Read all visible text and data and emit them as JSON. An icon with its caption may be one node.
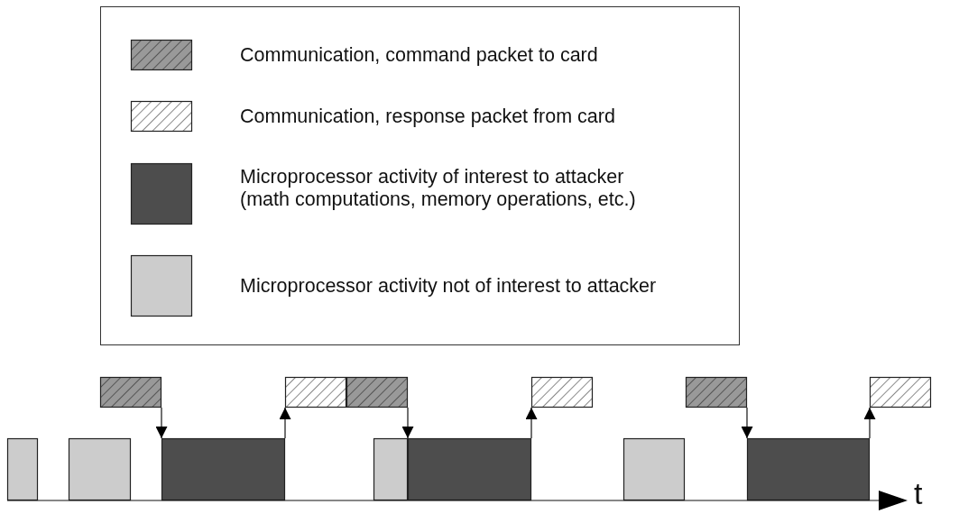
{
  "diagram": {
    "nodes": [
      {
        "text": [],
        "shape": "box"
      },
      {
        "text": [],
        "shape": "box"
      },
      {
        "text": [],
        "shape": "box"
      },
      {
        "text": [],
        "shape": "box"
      },
      {
        "text": [],
        "shape": "box"
      },
      {
        "text": [],
        "shape": "box"
      },
      {
        "text": [],
        "shape": "box"
      },
      {
        "text": [],
        "shape": "box"
      },
      {
        "text": [],
        "shape": "box"
      },
      {
        "text": [],
        "shape": "box"
      },
      {
        "text": [],
        "shape": "box"
      },
      {
        "text": [],
        "shape": "box"
      },
      {
        "text": [],
        "shape": "box"
      }
    ],
    "edges": [
      {
        "from": 0,
        "to": 8,
        "arrow": "to"
      },
      {
        "from": 8,
        "to": 1,
        "arrow": "to"
      },
      {
        "from": 2,
        "to": 10,
        "arrow": "to"
      },
      {
        "from": 10,
        "to": 3,
        "arrow": "to"
      },
      {
        "from": 4,
        "to": 12,
        "arrow": "to"
      },
      {
        "from": 12,
        "to": 5,
        "arrow": "to"
      }
    ],
    "labels": [
      "t"
    ],
    "legend": [
      {
        "text": "Communication, command packet to card"
      },
      {
        "text": "Communication, response packet from card"
      },
      {
        "text": "Microprocessor activity of interest to attacker (math computations, memory operations, etc.)",
        "color": "#4d4d4d"
      },
      {
        "text": "Microprocessor activity not of interest to attacker",
        "color": "#cccccc"
      }
    ]
  }
}
